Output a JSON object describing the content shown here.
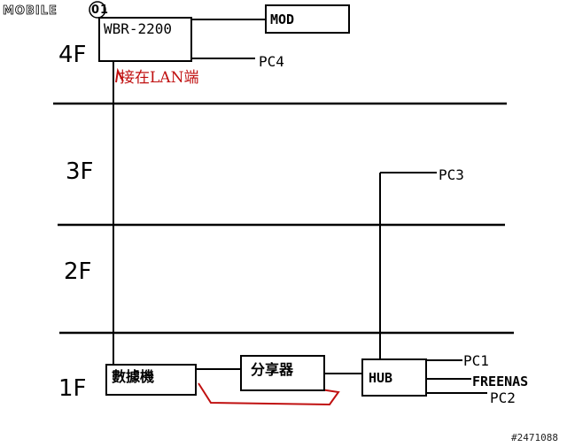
{
  "watermark": {
    "text": "MOBILE",
    "logo_text": "01"
  },
  "floors": {
    "f4": "4F",
    "f3": "3F",
    "f2": "2F",
    "f1": "1F"
  },
  "devices": {
    "router": "WBR-2200",
    "modem": "MOD",
    "pc4": "PC4",
    "pc3": "PC3",
    "pc1": "PC1",
    "freenas": "FREENAS",
    "pc2": "PC2",
    "dataport": "數據機",
    "splitter": "分享器",
    "hub": "HUB"
  },
  "annotation": {
    "lan_note": "接在LAN端"
  },
  "footer": {
    "image_number": "#2471088"
  },
  "colors": {
    "annotation": "#c01010",
    "lines": "#000000",
    "background": "#ffffff"
  }
}
